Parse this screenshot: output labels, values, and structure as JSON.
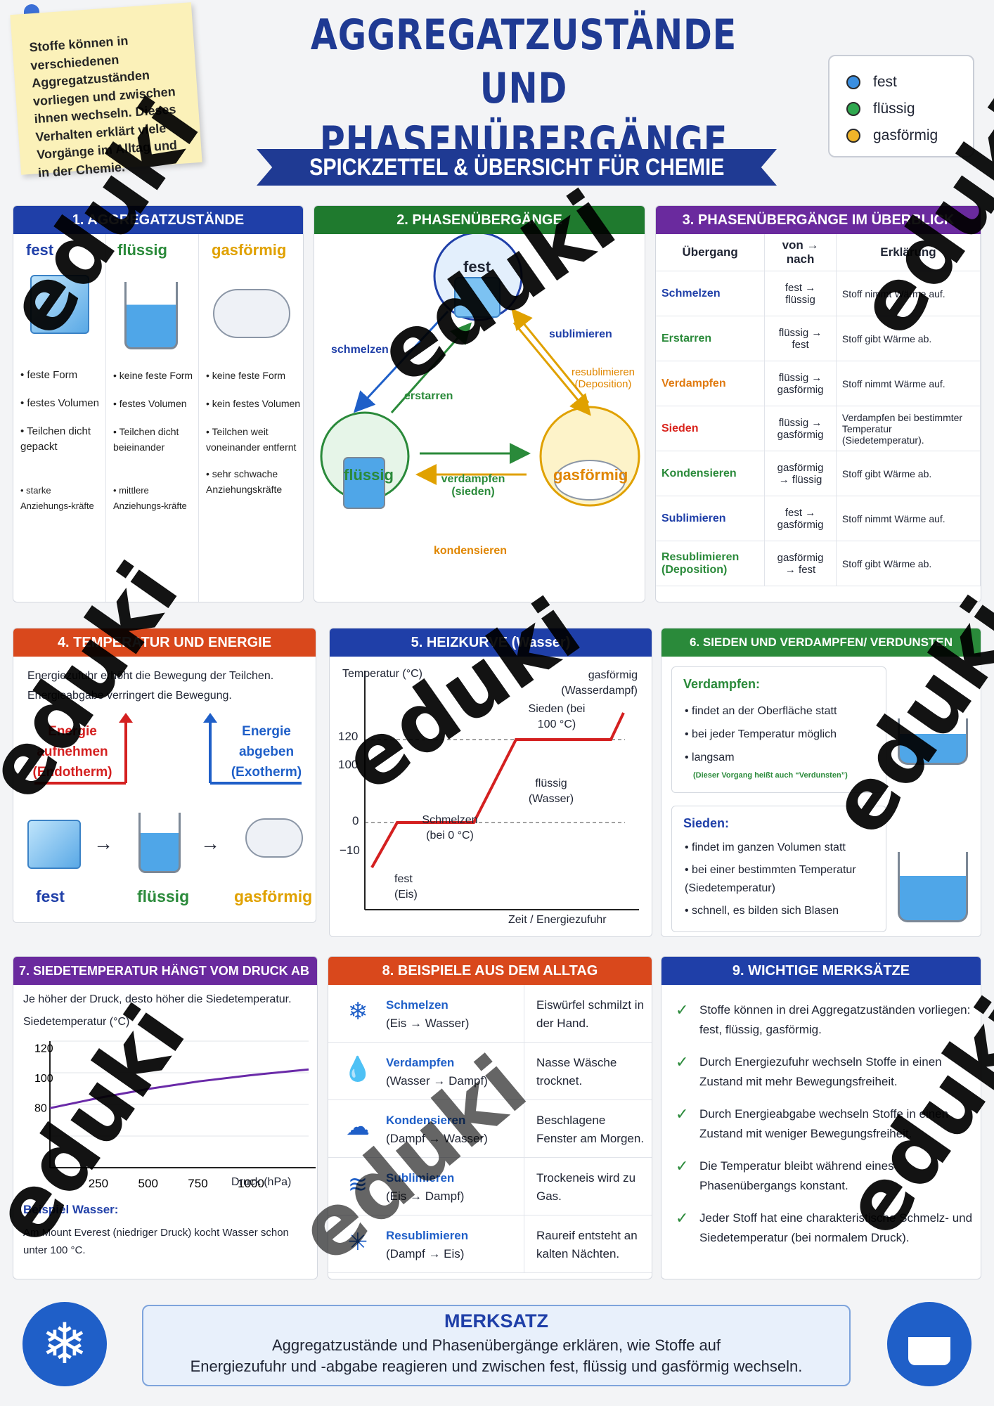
{
  "note": "Stoffe können in verschiedenen Aggregatzuständen vorliegen und zwischen ihnen wechseln. Dieses Verhalten erklärt viele Vorgänge im Alltag und in der Chemie.",
  "title1": "AGGREGATZUSTÄNDE",
  "title2": "UND PHASENÜBERGÄNGE",
  "subtitle": "SPICKZETTEL & ÜBERSICHT FÜR CHEMIE",
  "legend": [
    {
      "label": "fest",
      "color": "#3b8fe0"
    },
    {
      "label": "flüssig",
      "color": "#2fa84f"
    },
    {
      "label": "gasförmig",
      "color": "#f0b429"
    }
  ],
  "s1": {
    "title": "1. AGGREGATZUSTÄNDE",
    "cols": [
      {
        "name": "fest",
        "color": "#1f3fa8",
        "bullets": [
          "feste Form",
          "festes Volumen",
          "Teilchen dicht gepackt",
          "starke Anziehungs-kräfte"
        ]
      },
      {
        "name": "flüssig",
        "color": "#2a8a3a",
        "bullets": [
          "keine feste Form",
          "festes Volumen",
          "Teilchen dicht beieinander",
          "mittlere Anziehungs-kräfte"
        ]
      },
      {
        "name": "gasförmig",
        "color": "#e0a100",
        "bullets": [
          "keine feste Form",
          "kein festes Volumen",
          "Teilchen weit voneinander entfernt",
          "sehr schwache Anziehungskräfte"
        ]
      }
    ]
  },
  "s2": {
    "title": "2. PHASENÜBERGÄNGE",
    "fest": "fest",
    "fluessig": "flüssig",
    "gas": "gasförmig",
    "schmelzen": "schmelzen",
    "erstarren": "erstarren",
    "sublimieren": "sublimieren",
    "resub": "resublimieren (Deposition)",
    "verdampfen": "verdampfen (sieden)",
    "kondensieren": "kondensieren"
  },
  "s3": {
    "title": "3. PHASENÜBERGÄNGE IM ÜBERBLICK",
    "head": [
      "Übergang",
      "von → nach",
      "Erklärung"
    ],
    "rows": [
      [
        "Schmelzen",
        "fest → flüssig",
        "Stoff nimmt Wärme auf."
      ],
      [
        "Erstarren",
        "flüssig → fest",
        "Stoff gibt Wärme ab."
      ],
      [
        "Verdampfen",
        "flüssig → gasförmig",
        "Stoff nimmt Wärme auf."
      ],
      [
        "Sieden",
        "flüssig → gasförmig",
        "Verdampfen bei bestimmter Temperatur (Siedetemperatur)."
      ],
      [
        "Kondensieren",
        "gasförmig → flüssig",
        "Stoff gibt Wärme ab."
      ],
      [
        "Sublimieren",
        "fest → gasförmig",
        "Stoff nimmt Wärme auf."
      ],
      [
        "Resublimieren (Deposition)",
        "gasförmig → fest",
        "Stoff gibt Wärme ab."
      ]
    ],
    "colors": [
      "#1f3fa8",
      "#2a8a3a",
      "#e07a10",
      "#d9231c",
      "#2a8a3a",
      "#1f3fa8",
      "#2a8a3a"
    ]
  },
  "s4": {
    "title": "4. TEMPERATUR UND ENERGIE",
    "l1": "Energiezufuhr erhöht die Bewegung der Teilchen.",
    "l2": "Energieabgabe verringert die Bewegung.",
    "up": "Energie aufnehmen (Endotherm)",
    "down": "Energie abgeben (Exotherm)",
    "s": "fest",
    "l": "flüssig",
    "g": "gasförmig"
  },
  "s5": {
    "title": "5. HEIZKURVE (Wasser)",
    "ylabel": "Temperatur (°C)",
    "xlabel": "Zeit / Energiezufuhr",
    "gas": "gasförmig (Wasserdampf)",
    "sieden": "Sieden (bei 100 °C)",
    "fl": "flüssig (Wasser)",
    "schm": "Schmelzen (bei 0 °C)",
    "fest": "fest (Eis)",
    "ticks": [
      "120",
      "100",
      "0",
      "−10"
    ]
  },
  "s6": {
    "title": "6. SIEDEN UND VERDAMPFEN/ VERDUNSTEN",
    "v": "Verdampfen:",
    "vb": [
      "findet an der Oberfläche statt",
      "bei jeder Temperatur möglich",
      "langsam"
    ],
    "vnote": "(Dieser Vorgang heißt auch “Verdunsten”)",
    "s": "Sieden:",
    "sb": [
      "findet im ganzen Volumen statt",
      "bei einer bestimmten Temperatur (Siedetemperatur)",
      "schnell, es bilden sich Blasen"
    ]
  },
  "s7": {
    "title": "7. SIEDETEMPERATUR HÄNGT VOM DRUCK AB",
    "l": "Je höher der Druck, desto höher die Siedetemperatur.",
    "ylabel": "Siedetemperatur (°C)",
    "xlabel": "Druck (hPa)",
    "yticks": [
      "120",
      "100",
      "80"
    ],
    "xticks": [
      "250",
      "500",
      "750",
      "1000"
    ],
    "bsp": "Beispiel Wasser:",
    "bspt": "Am Mount Everest (niedriger Druck) kocht Wasser schon unter 100 °C."
  },
  "chart_data": {
    "type": "line",
    "title": "",
    "xlabel": "Druck (hPa)",
    "ylabel": "Siedetemperatur (°C)",
    "x": [
      0,
      250,
      500,
      750,
      1000,
      1300
    ],
    "y": [
      80,
      87,
      93,
      98,
      102,
      106
    ],
    "xlim": [
      0,
      1300
    ],
    "ylim": [
      40,
      125
    ]
  },
  "s8": {
    "title": "8. BEISPIELE AUS DEM ALLTAG",
    "rows": [
      [
        "Schmelzen",
        "(Eis → Wasser)",
        "Eiswürfel schmilzt in der Hand."
      ],
      [
        "Verdampfen",
        "(Wasser → Dampf)",
        "Nasse Wäsche trocknet."
      ],
      [
        "Kondensieren",
        "(Dampf → Wasser)",
        "Beschlagene Fenster am Morgen."
      ],
      [
        "Sublimieren",
        "(Eis → Dampf)",
        "Trockeneis wird zu Gas."
      ],
      [
        "Resublimieren",
        "(Dampf → Eis)",
        "Raureif entsteht an kalten Nächten."
      ]
    ]
  },
  "s9": {
    "title": "9. WICHTIGE MERKSÄTZE",
    "items": [
      "Stoffe können in drei Aggregatzuständen vorliegen: fest, flüssig, gasförmig.",
      "Durch Energiezufuhr wechseln Stoffe in einen Zustand mit mehr Bewegungsfreiheit.",
      "Durch Energieabgabe wechseln Stoffe in einen Zustand mit weniger Bewegungsfreiheit.",
      "Die Temperatur bleibt während eines Phasenübergangs konstant.",
      "Jeder Stoff hat eine charakteristische Schmelz- und Siedetemperatur (bei normalem Druck)."
    ]
  },
  "merk": {
    "title": "MERKSATZ",
    "l1": "Aggregatzustände und Phasenübergänge erklären, wie Stoffe auf",
    "l2": "Energiezufuhr und -abgabe reagieren und zwischen fest, flüssig und gasförmig wechseln."
  },
  "wm": "eduki"
}
